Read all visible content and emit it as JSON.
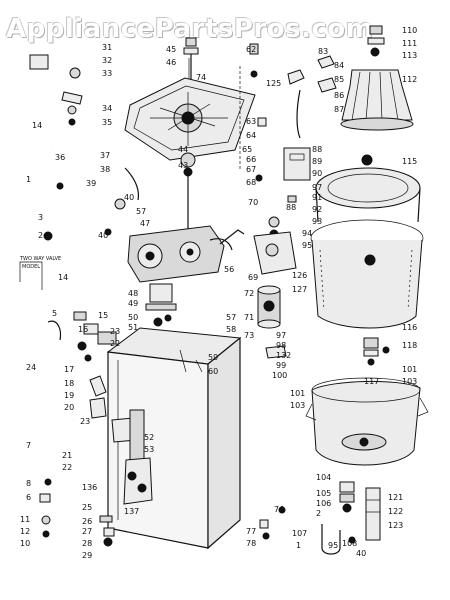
{
  "watermark": "AppliancePartsPros.com",
  "labels": [
    {
      "id": "110",
      "text": "110"
    },
    {
      "id": "111",
      "text": "111"
    },
    {
      "id": "113",
      "text": "113"
    },
    {
      "id": "112",
      "text": "112"
    },
    {
      "id": "115",
      "text": "115"
    },
    {
      "id": "45",
      "text": "45"
    },
    {
      "id": "46",
      "text": "46"
    },
    {
      "id": "62",
      "text": "62"
    },
    {
      "id": "31",
      "text": "31"
    },
    {
      "id": "32",
      "text": "32"
    },
    {
      "id": "33",
      "text": "33"
    },
    {
      "id": "34",
      "text": "34"
    },
    {
      "id": "35",
      "text": "35"
    },
    {
      "id": "14a",
      "text": "14"
    },
    {
      "id": "36",
      "text": "36"
    },
    {
      "id": "37",
      "text": "37"
    },
    {
      "id": "38",
      "text": "38"
    },
    {
      "id": "39",
      "text": "39"
    },
    {
      "id": "40a",
      "text": "40"
    },
    {
      "id": "40b",
      "text": "40"
    },
    {
      "id": "1a",
      "text": "1"
    },
    {
      "id": "3",
      "text": "3"
    },
    {
      "id": "2a",
      "text": "2"
    },
    {
      "id": "83",
      "text": "83"
    },
    {
      "id": "84",
      "text": "84"
    },
    {
      "id": "85",
      "text": "85"
    },
    {
      "id": "86",
      "text": "86"
    },
    {
      "id": "87",
      "text": "87"
    },
    {
      "id": "125",
      "text": "125"
    },
    {
      "id": "63",
      "text": "63"
    },
    {
      "id": "64",
      "text": "64"
    },
    {
      "id": "65",
      "text": "65"
    },
    {
      "id": "66",
      "text": "66"
    },
    {
      "id": "67",
      "text": "67"
    },
    {
      "id": "68",
      "text": "68"
    },
    {
      "id": "70",
      "text": "70"
    },
    {
      "id": "88a",
      "text": "88"
    },
    {
      "id": "88b",
      "text": "88"
    },
    {
      "id": "89",
      "text": "89"
    },
    {
      "id": "90",
      "text": "90"
    },
    {
      "id": "97a",
      "text": "97"
    },
    {
      "id": "91",
      "text": "91"
    },
    {
      "id": "92",
      "text": "92"
    },
    {
      "id": "93",
      "text": "93"
    },
    {
      "id": "94",
      "text": "94"
    },
    {
      "id": "95",
      "text": "95"
    },
    {
      "id": "126",
      "text": "126"
    },
    {
      "id": "127",
      "text": "127"
    },
    {
      "id": "74",
      "text": "74"
    },
    {
      "id": "44",
      "text": "44"
    },
    {
      "id": "43",
      "text": "43"
    },
    {
      "id": "57a",
      "text": "57"
    },
    {
      "id": "47",
      "text": "47"
    },
    {
      "id": "56",
      "text": "56"
    },
    {
      "id": "69",
      "text": "69"
    },
    {
      "id": "48",
      "text": "48"
    },
    {
      "id": "49",
      "text": "49"
    },
    {
      "id": "50",
      "text": "50"
    },
    {
      "id": "51",
      "text": "51"
    },
    {
      "id": "57b",
      "text": "57"
    },
    {
      "id": "58",
      "text": "58"
    },
    {
      "id": "72",
      "text": "72"
    },
    {
      "id": "71",
      "text": "71"
    },
    {
      "id": "73",
      "text": "73"
    },
    {
      "id": "59",
      "text": "59"
    },
    {
      "id": "60",
      "text": "60"
    },
    {
      "id": "97b",
      "text": "97"
    },
    {
      "id": "98",
      "text": "98"
    },
    {
      "id": "132",
      "text": "132"
    },
    {
      "id": "99",
      "text": "99"
    },
    {
      "id": "100",
      "text": "100"
    },
    {
      "id": "116",
      "text": "116"
    },
    {
      "id": "118",
      "text": "118"
    },
    {
      "id": "101a",
      "text": "101"
    },
    {
      "id": "101b",
      "text": "101"
    },
    {
      "id": "103a",
      "text": "103"
    },
    {
      "id": "103b",
      "text": "103"
    },
    {
      "id": "117",
      "text": "117"
    },
    {
      "id": "14b",
      "text": "14"
    },
    {
      "id": "5",
      "text": "5"
    },
    {
      "id": "15",
      "text": "15"
    },
    {
      "id": "16",
      "text": "16"
    },
    {
      "id": "23a",
      "text": "23"
    },
    {
      "id": "22a",
      "text": "22"
    },
    {
      "id": "24",
      "text": "24"
    },
    {
      "id": "17",
      "text": "17"
    },
    {
      "id": "18",
      "text": "18"
    },
    {
      "id": "19",
      "text": "19"
    },
    {
      "id": "20",
      "text": "20"
    },
    {
      "id": "23b",
      "text": "23"
    },
    {
      "id": "7",
      "text": "7"
    },
    {
      "id": "21",
      "text": "21"
    },
    {
      "id": "22b",
      "text": "22"
    },
    {
      "id": "52",
      "text": "52"
    },
    {
      "id": "53",
      "text": "53"
    },
    {
      "id": "136",
      "text": "136"
    },
    {
      "id": "137",
      "text": "137"
    },
    {
      "id": "8",
      "text": "8"
    },
    {
      "id": "6",
      "text": "6"
    },
    {
      "id": "25",
      "text": "25"
    },
    {
      "id": "26",
      "text": "26"
    },
    {
      "id": "27",
      "text": "27"
    },
    {
      "id": "28",
      "text": "28"
    },
    {
      "id": "29",
      "text": "29"
    },
    {
      "id": "11",
      "text": "11"
    },
    {
      "id": "12",
      "text": "12"
    },
    {
      "id": "10",
      "text": "10"
    },
    {
      "id": "76",
      "text": "76"
    },
    {
      "id": "77",
      "text": "77"
    },
    {
      "id": "78",
      "text": "78"
    },
    {
      "id": "104",
      "text": "104"
    },
    {
      "id": "105",
      "text": "105"
    },
    {
      "id": "106",
      "text": "106"
    },
    {
      "id": "2b",
      "text": "2"
    },
    {
      "id": "121",
      "text": "121"
    },
    {
      "id": "122",
      "text": "122"
    },
    {
      "id": "123",
      "text": "123"
    },
    {
      "id": "107",
      "text": "107"
    },
    {
      "id": "108",
      "text": "108"
    },
    {
      "id": "1b",
      "text": "1"
    },
    {
      "id": "40c",
      "text": "40"
    },
    {
      "id": "95b",
      "text": "95"
    }
  ],
  "callouts": [
    {
      "id": "two-way-valve",
      "text": "TWO WAY VALVE"
    },
    {
      "id": "valve-model",
      "text": "MODEL"
    }
  ]
}
